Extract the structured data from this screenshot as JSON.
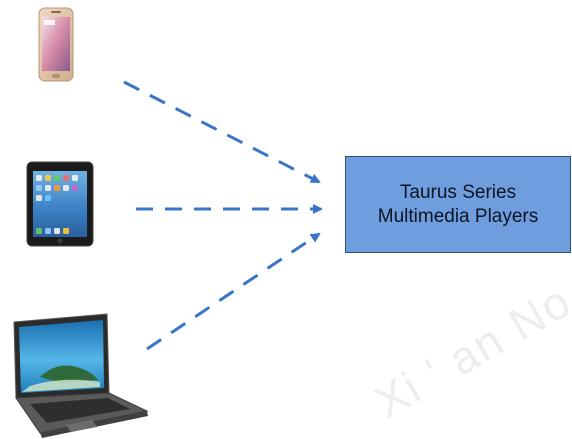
{
  "diagram": {
    "target": {
      "line1": "Taurus Series",
      "line2": "Multimedia Players",
      "fill_color": "#6f9ede",
      "border_color": "#2f4f7a"
    },
    "sources": [
      {
        "device": "smartphone-icon"
      },
      {
        "device": "tablet-icon"
      },
      {
        "device": "laptop-icon"
      }
    ],
    "connector_color": "#3a74c9",
    "connector_style": "dashed-arrow"
  },
  "watermark": {
    "text": "Xi ' an No"
  }
}
